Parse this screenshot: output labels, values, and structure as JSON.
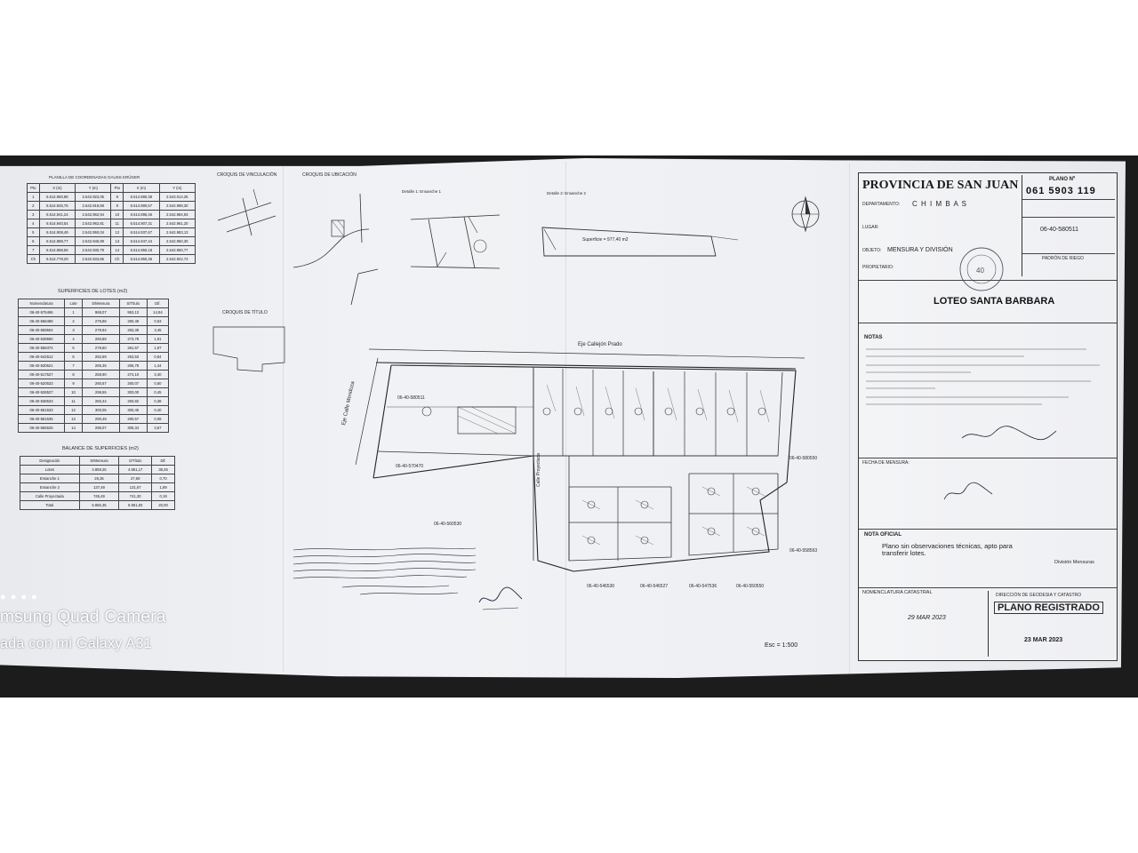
{
  "watermark": {
    "line1": "msung Quad Camera",
    "line2": "ada con mi Galaxy A31"
  },
  "plan": {
    "province": "PROVINCIA DE SAN JUAN",
    "plano_label": "PLANO Nº",
    "plano_number": "061  5903  119",
    "departamento_label": "DEPARTAMENTO:",
    "departamento": "C H I M B A S",
    "lugar_label": "LUGAR:",
    "objeto_label": "OBJETO:",
    "objeto": "MENSURA  Y  DIVISIÓN",
    "propietario_label": "PROPIETARIO:",
    "nomenclatura": "06-40-580511",
    "padron_label": "PADRÓN DE RIEGO",
    "lote_title": "LOTEO SANTA BARBARA",
    "notas_label": "NOTAS",
    "fecha_label": "FECHA DE MENSURA:",
    "nota_oficial_label": "NOTA OFICIAL",
    "nota_oficial_text": "Plano sin observaciones técnicas, apto para transferir lotes.",
    "division_label": "División Mensuras",
    "nomenclatura_label": "NOMENCLATURA CATASTRAL",
    "direccion_label": "DIRECCIÓN DE GEODESIA Y CATASTRO",
    "registrado_label": "PLANO REGISTRADO",
    "stamp_date_1": "29 MAR 2023",
    "stamp_date_2": "23 MAR 2023",
    "escala": "Esc = 1:500",
    "street_top": "Eje Callejón Prado",
    "street_left": "Eje Calle Mendoza",
    "calle_interna": "Calle Proyectada",
    "croquis_vinculacion": "CROQUIS DE VINCULACIÓN",
    "croquis_ubicacion": "CROQUIS DE UBICACIÓN",
    "croquis_titulo": "CROQUIS DE TÍTULO",
    "detalle_1": "Detalle 1: Ensanche 1",
    "detalle_2": "Detalle 2: Ensanche 2",
    "superficie_label": "Superficie = 977,40 m2",
    "table1_title": "PLANILLA DE COORDENADAS GAUSS KRÜGER",
    "table2_title": "SUPERFICIES DE LOTES (m2)",
    "table3_title": "BALANCE DE SUPERFICIES (m2)",
    "table3_rows": [
      "Lotes",
      "Ensanche 1",
      "Ensanche 2",
      "Calle Proyectada",
      "Total"
    ],
    "parcela_labels": [
      "06-40-580511",
      "06-40-570470",
      "06-40-580550",
      "06-40-560530",
      "06-40-546530",
      "06-40-546527",
      "06-40-547536",
      "06-40-550550",
      "06-40-558563"
    ]
  }
}
